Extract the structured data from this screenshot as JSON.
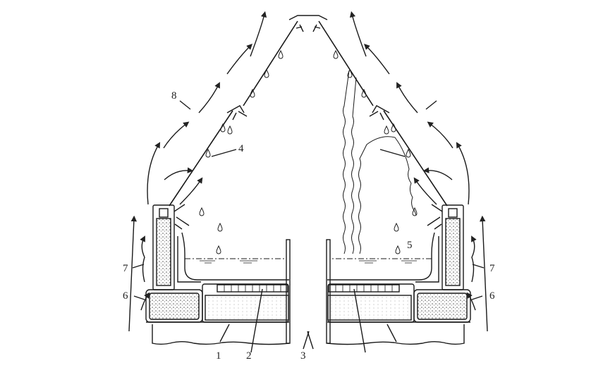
{
  "figure": {
    "labels": {
      "l1": "1",
      "l2": "2",
      "l3": "3",
      "l4": "4",
      "l5": "5",
      "l6a": "6",
      "l6b": "6",
      "l7a": "7",
      "l7b": "7",
      "l8": "8"
    },
    "colors": {
      "ink": "#1a1a1a",
      "fill": "#d8d8d8"
    }
  }
}
